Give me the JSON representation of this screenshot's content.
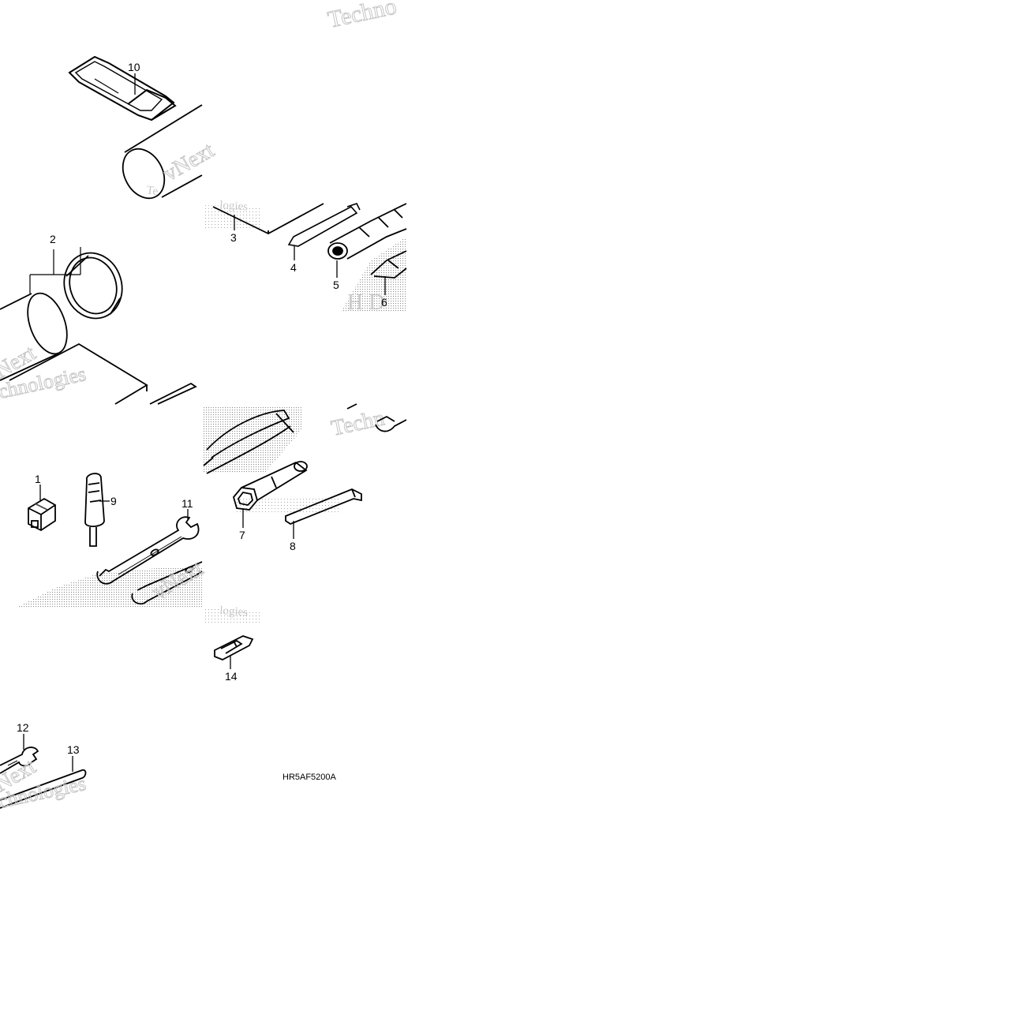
{
  "diagram": {
    "callouts": [
      "1",
      "2",
      "3",
      "4",
      "5",
      "6",
      "7",
      "8",
      "9",
      "10",
      "11",
      "12",
      "13",
      "14"
    ],
    "code": "HR5AF5200A"
  },
  "watermark": {
    "parts": [
      "Techno",
      "vNext",
      "Te",
      "logies",
      "Techn",
      "Next",
      "chnologies",
      "Technologies"
    ]
  },
  "colors": {
    "line": "#000000",
    "watermark": "#c8c8c8",
    "dots": "#9a9a9a"
  }
}
